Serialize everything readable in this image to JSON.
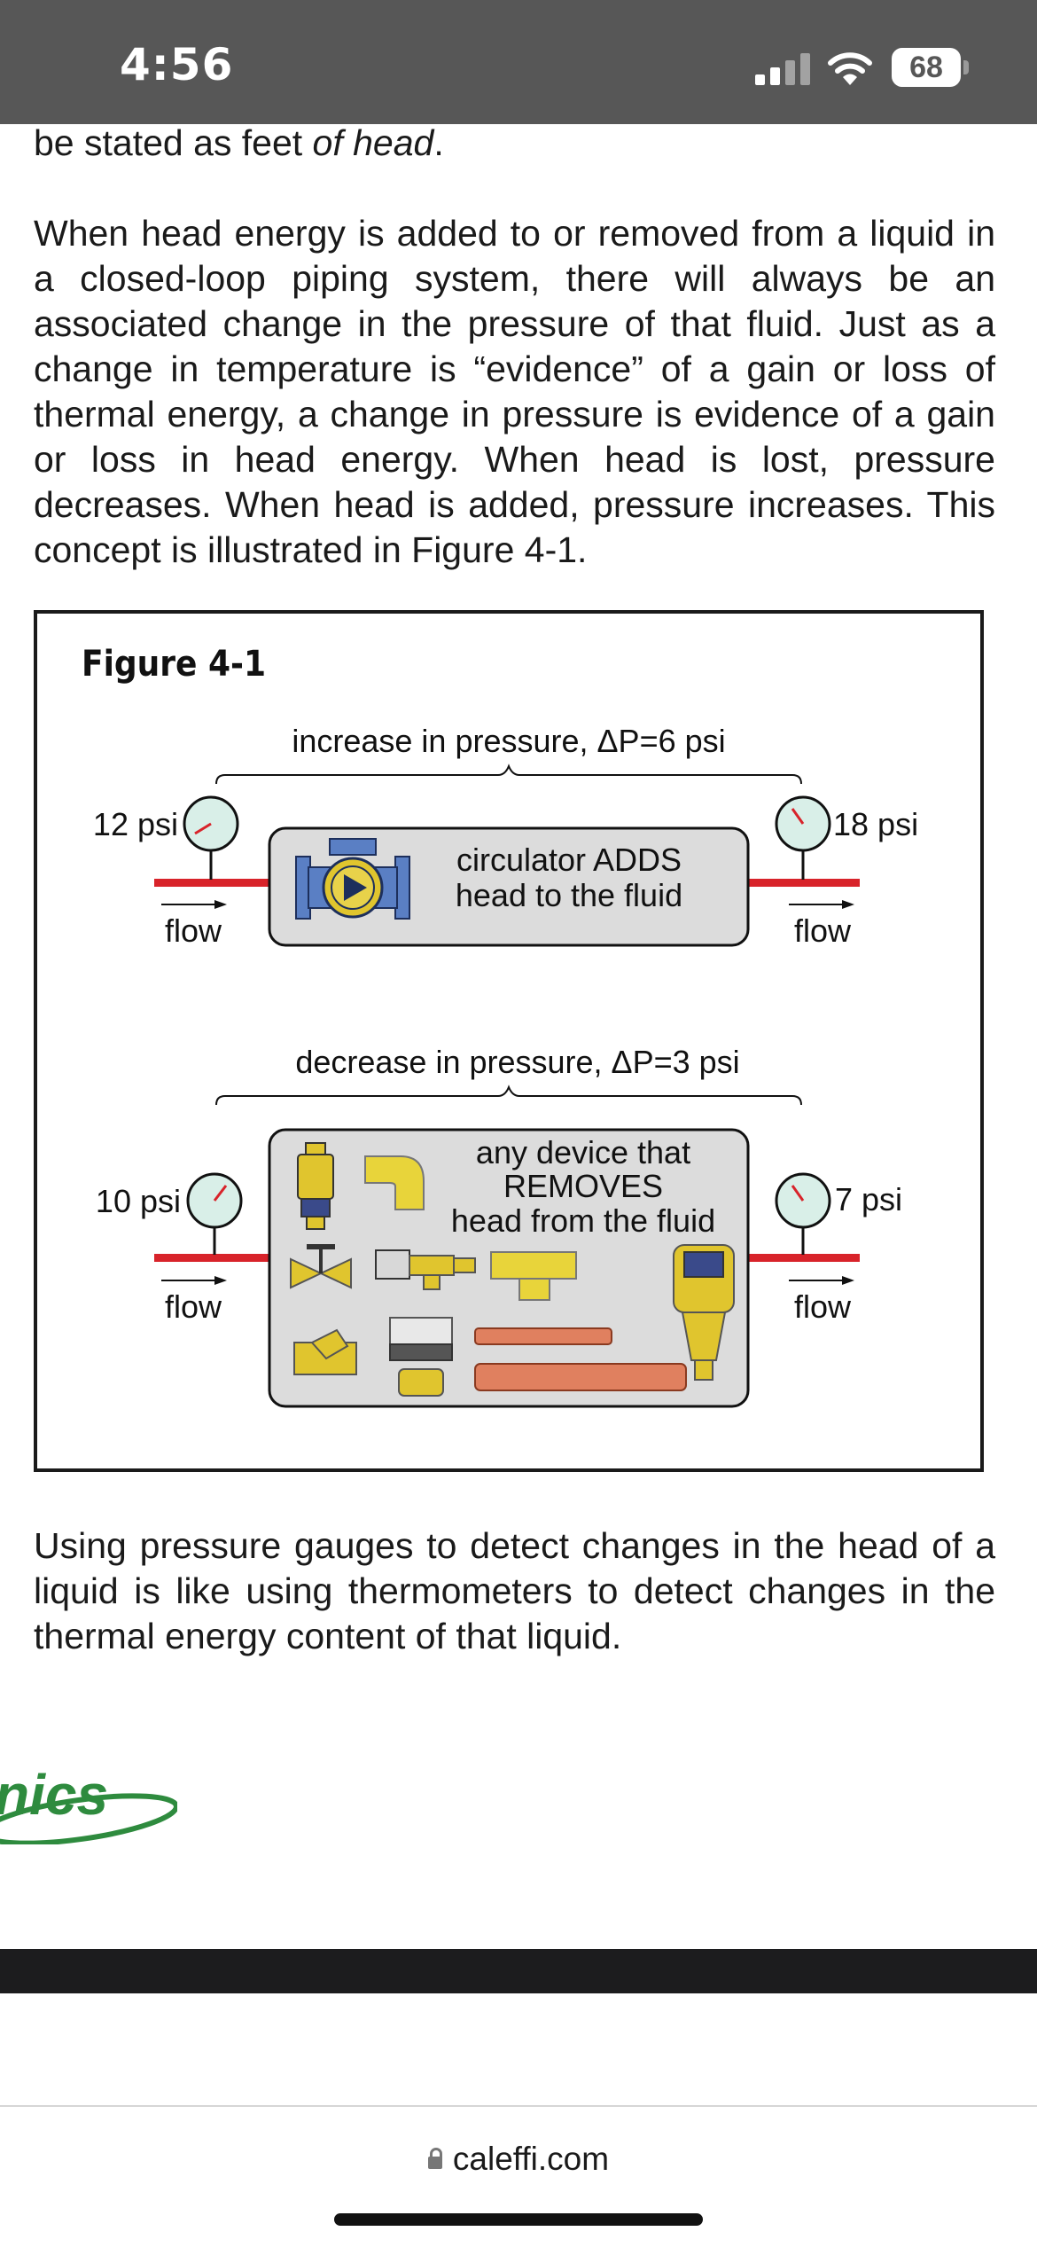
{
  "status_bar": {
    "time": "4:56",
    "battery": "68",
    "signal_icon": "cellular-signal-icon",
    "wifi_icon": "wifi-icon"
  },
  "article": {
    "line_top_prefix": "be stated as feet ",
    "line_top_emph": "of head",
    "line_top_suffix": ".",
    "paragraph_1": "When head energy is added to or removed from a liquid in a closed-loop piping system, there will always be an associated change in the pressure of that fluid. Just as a change in temperature is “evidence” of a gain or loss of thermal energy, a change in pressure is evidence of a gain or loss in head energy. When head is lost, pressure decreases. When head is added, pressure increases. This concept is illustrated in Figure 4-1.",
    "paragraph_2": "Using pressure gauges to detect changes in the head of a liquid is like using thermometers to detect changes in the thermal energy content of that liquid."
  },
  "figure": {
    "title": "Figure 4-1",
    "top": {
      "delta_label": "increase in pressure, ΔP=6 psi",
      "left_pressure": "12 psi",
      "right_pressure": "18 psi",
      "flow_left": "flow",
      "flow_right": "flow",
      "device_line1": "circulator ADDS",
      "device_line2": "head to the fluid"
    },
    "bottom": {
      "delta_label": "decrease in pressure, ΔP=3 psi",
      "left_pressure": "10 psi",
      "right_pressure": "7 psi",
      "flow_left": "flow",
      "flow_right": "flow",
      "device_line1": "any device that",
      "device_line2": "REMOVES",
      "device_line3": "head from the fluid"
    },
    "colors": {
      "pipe": "#d8232a",
      "device_fill": "#dcdcdc",
      "gauge_face": "#d9efe8",
      "brass": "#e0c52e",
      "pump_blue": "#5a7fc4",
      "copper": "#e0805f"
    }
  },
  "brand": {
    "logo_text": "nics"
  },
  "browser": {
    "url": "caleffi.com"
  }
}
